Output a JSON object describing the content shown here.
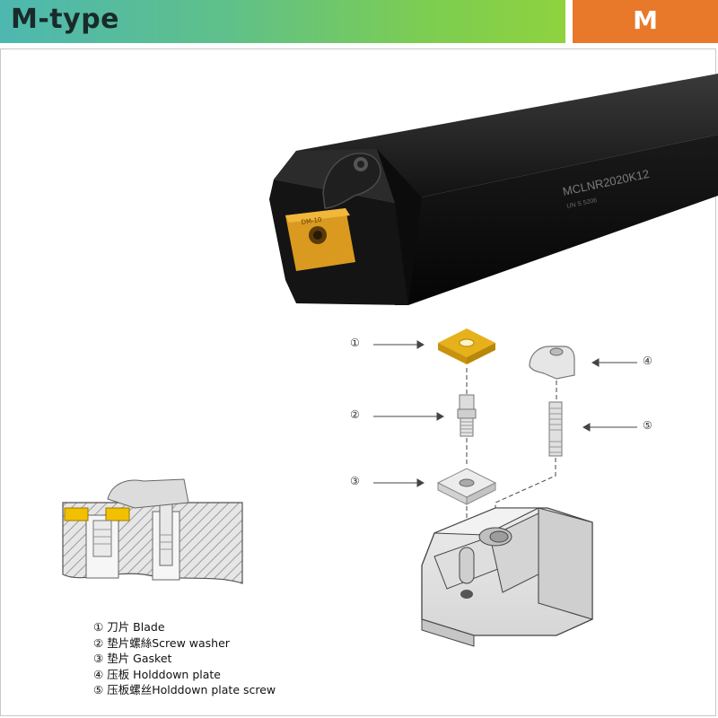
{
  "header": {
    "title": "M-type",
    "badge": "M",
    "bar_color": "#5fc08a",
    "badge_color": "#e8782a"
  },
  "holder": {
    "model_text": "MCLNR2020K12",
    "sub_text": "UN  S  5206",
    "insert_mark": "DM-10"
  },
  "callouts": [
    {
      "num": "①"
    },
    {
      "num": "②"
    },
    {
      "num": "③"
    },
    {
      "num": "④"
    },
    {
      "num": "⑤"
    }
  ],
  "legend": [
    {
      "num": "①",
      "text": "刀片 Blade"
    },
    {
      "num": "②",
      "text": "垫片螺絲Screw washer"
    },
    {
      "num": "③",
      "text": "垫片 Gasket"
    },
    {
      "num": "④",
      "text": "压板 Holddown plate"
    },
    {
      "num": "⑤",
      "text": "压板螺丝Holddown plate screw"
    }
  ]
}
